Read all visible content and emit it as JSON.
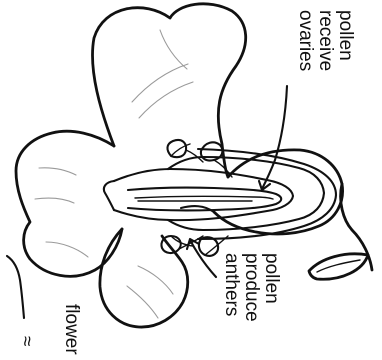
{
  "labels": {
    "ovaries_line1": "ovaries",
    "ovaries_line2": "receive",
    "ovaries_line3": "pollen",
    "anthers_line1": "anthers",
    "anthers_line2": "produce",
    "anthers_line3": "pollen",
    "flower": "flower",
    "symbol": "≈"
  }
}
